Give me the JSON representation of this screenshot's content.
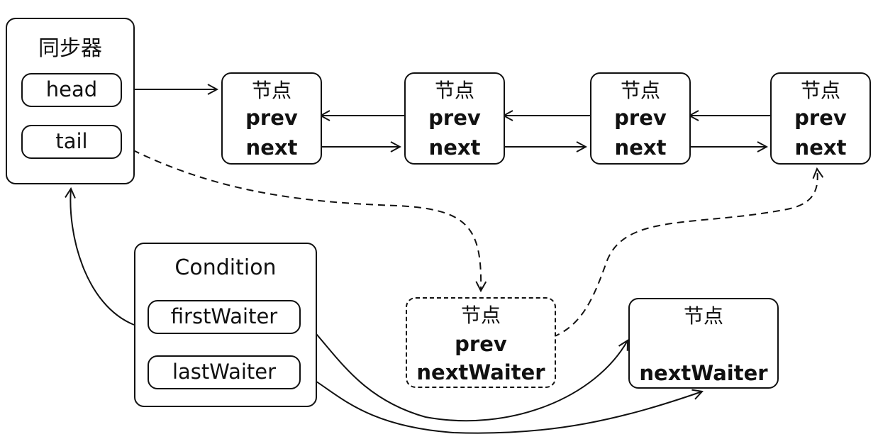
{
  "synchronizer": {
    "title": "同步器",
    "head_label": "head",
    "tail_label": "tail"
  },
  "sync_queue_nodes": [
    {
      "title": "节点",
      "prev": "prev",
      "next": "next"
    },
    {
      "title": "节点",
      "prev": "prev",
      "next": "next"
    },
    {
      "title": "节点",
      "prev": "prev",
      "next": "next"
    },
    {
      "title": "节点",
      "prev": "prev",
      "next": "next"
    }
  ],
  "condition": {
    "title": "Condition",
    "first_waiter_label": "firstWaiter",
    "last_waiter_label": "lastWaiter"
  },
  "moving_node": {
    "title": "节点",
    "prev": "prev",
    "next_waiter": "nextWaiter"
  },
  "waiter_node": {
    "title": "节点",
    "next_waiter": "nextWaiter"
  }
}
